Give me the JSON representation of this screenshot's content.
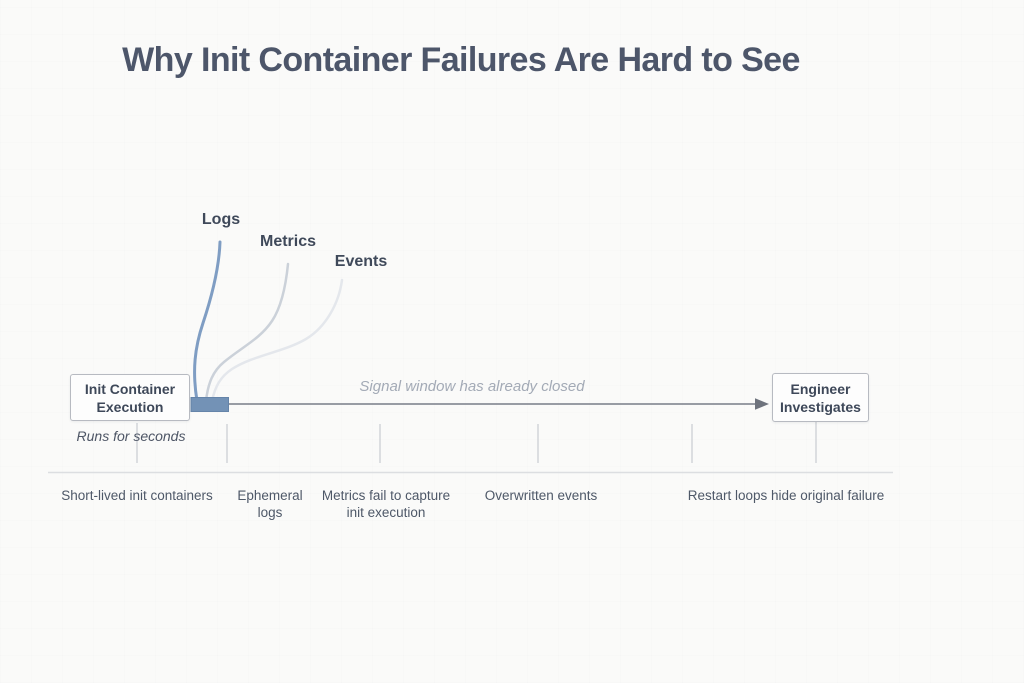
{
  "title": "Why Init Container Failures Are Hard to See",
  "signals": [
    {
      "label": "Logs"
    },
    {
      "label": "Metrics"
    },
    {
      "label": "Events"
    }
  ],
  "timeline": {
    "start_box": {
      "line1": "Init Container",
      "line2": "Execution"
    },
    "start_caption": "Runs for seconds",
    "arrow_label": "Signal window has already closed",
    "end_box": {
      "line1": "Engineer",
      "line2": "Investigates"
    }
  },
  "issues": [
    {
      "line1": "Short-lived init containers",
      "line2": ""
    },
    {
      "line1": "Ephemeral",
      "line2": "logs"
    },
    {
      "line1": "Metrics fail to capture",
      "line2": "init execution"
    },
    {
      "line1": "Overwritten events",
      "line2": ""
    },
    {
      "line1": "Restart loops hide original failure",
      "line2": ""
    }
  ],
  "colors": {
    "background": "#fafaf9",
    "title_text": "#4d566a",
    "logs_curve": "#7f9dc3",
    "metrics_curve": "#cbd1d9",
    "events_curve": "#e4e7ec",
    "execution_bar": "#7392b6",
    "arrow": "#787d87",
    "arrow_caption_text": "#a3aab6",
    "box_border": "#b7bac1",
    "box_text": "#3e4859",
    "tick": "#c8cbd1",
    "separator": "#dcdee1",
    "issue_text": "#4e5868"
  }
}
